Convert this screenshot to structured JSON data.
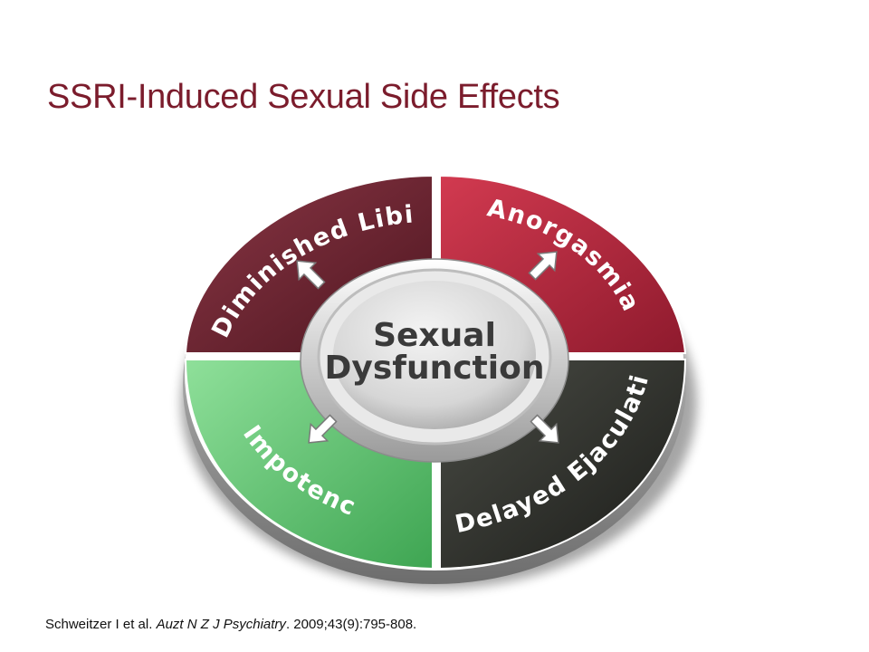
{
  "title": "SSRI-Induced Sexual Side Effects",
  "center": {
    "line1": "Sexual",
    "line2": "Dysfunction"
  },
  "segments": [
    {
      "label": "Diminished Libido",
      "color": "#6e2533"
    },
    {
      "label": "Anorgasmia",
      "color": "#b3273d"
    },
    {
      "label": "Impotence",
      "color": "#5cbf6e"
    },
    {
      "label": "Delayed Ejaculation",
      "color": "#2e302b"
    }
  ],
  "citation": {
    "authors": "Schweitzer I et al. ",
    "journal": "Auzt N Z J Psychiatry",
    "details": ". 2009;43(9):795-808."
  },
  "colors": {
    "title": "#7b1c2c"
  }
}
